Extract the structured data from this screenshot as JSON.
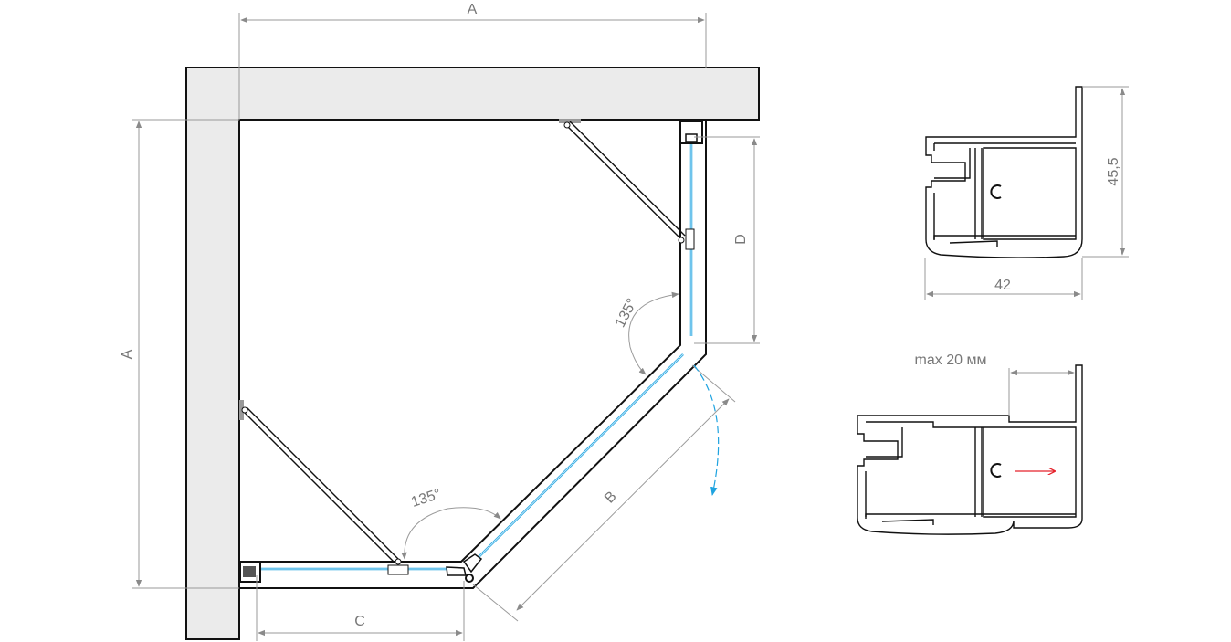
{
  "plan": {
    "dim_a_top": "A",
    "dim_a_left": "A",
    "dim_b": "B",
    "dim_c": "C",
    "dim_d": "D",
    "angle_upper": "135°",
    "angle_lower": "135°"
  },
  "profile_top": {
    "height": "45,5",
    "width": "42"
  },
  "profile_bottom": {
    "gap_label": "max 20 мм"
  },
  "colors": {
    "glass": "#1fa3e0",
    "wall": "#ebebeb",
    "dimension": "#9a9a9a",
    "arrow": "#e5222b"
  }
}
